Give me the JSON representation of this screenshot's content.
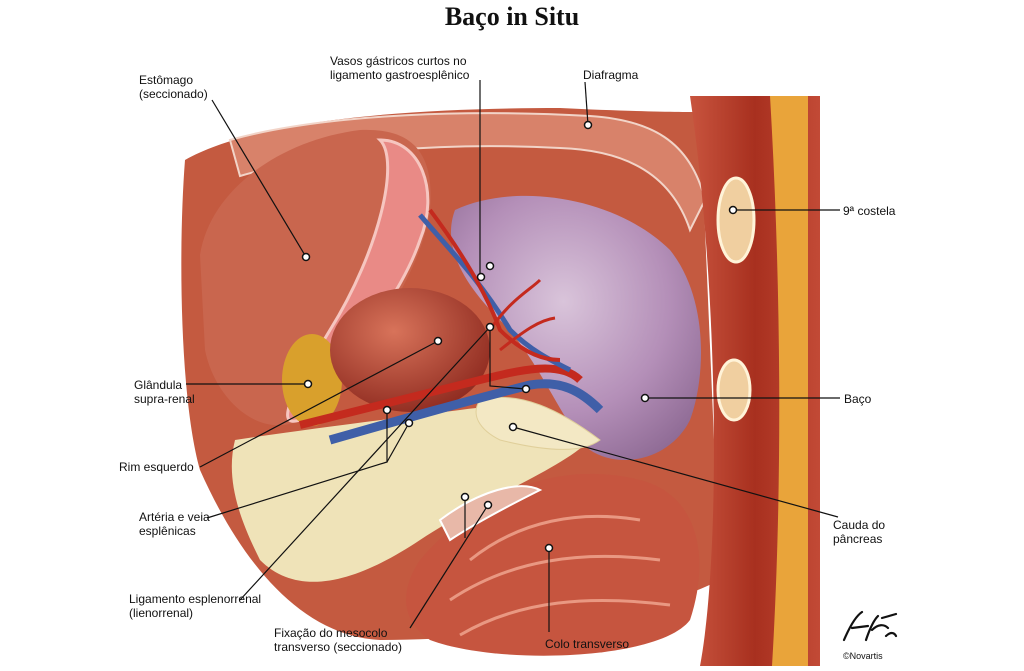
{
  "title": "Baço in Situ",
  "labels": {
    "estomago": "Estômago\n(seccionado)",
    "vasos": "Vasos gástricos curtos no\nligamento gastroesplênico",
    "diafragma": "Diafragma",
    "costela": "9ª costela",
    "glandula": "Glândula\nsupra-renal",
    "baco": "Baço",
    "rim": "Rim esquerdo",
    "arteria": "Artéria e veia\nesplênicas",
    "cauda": "Cauda do\npâncreas",
    "ligamento": "Ligamento esplenorrenal\n(lienorrenal)",
    "fixacao": "Fixação do mesocolo\ntransverso (seccionado)",
    "colo": "Colo transverso"
  },
  "copyright": "©Novartis",
  "colors": {
    "muscle": "#b83a2a",
    "muscle_light": "#d9715a",
    "spleen": "#b48fb8",
    "fat": "#efe3b8",
    "artery": "#c42a1e",
    "vein": "#3f5fa8",
    "rib_fat": "#e9a43a"
  }
}
